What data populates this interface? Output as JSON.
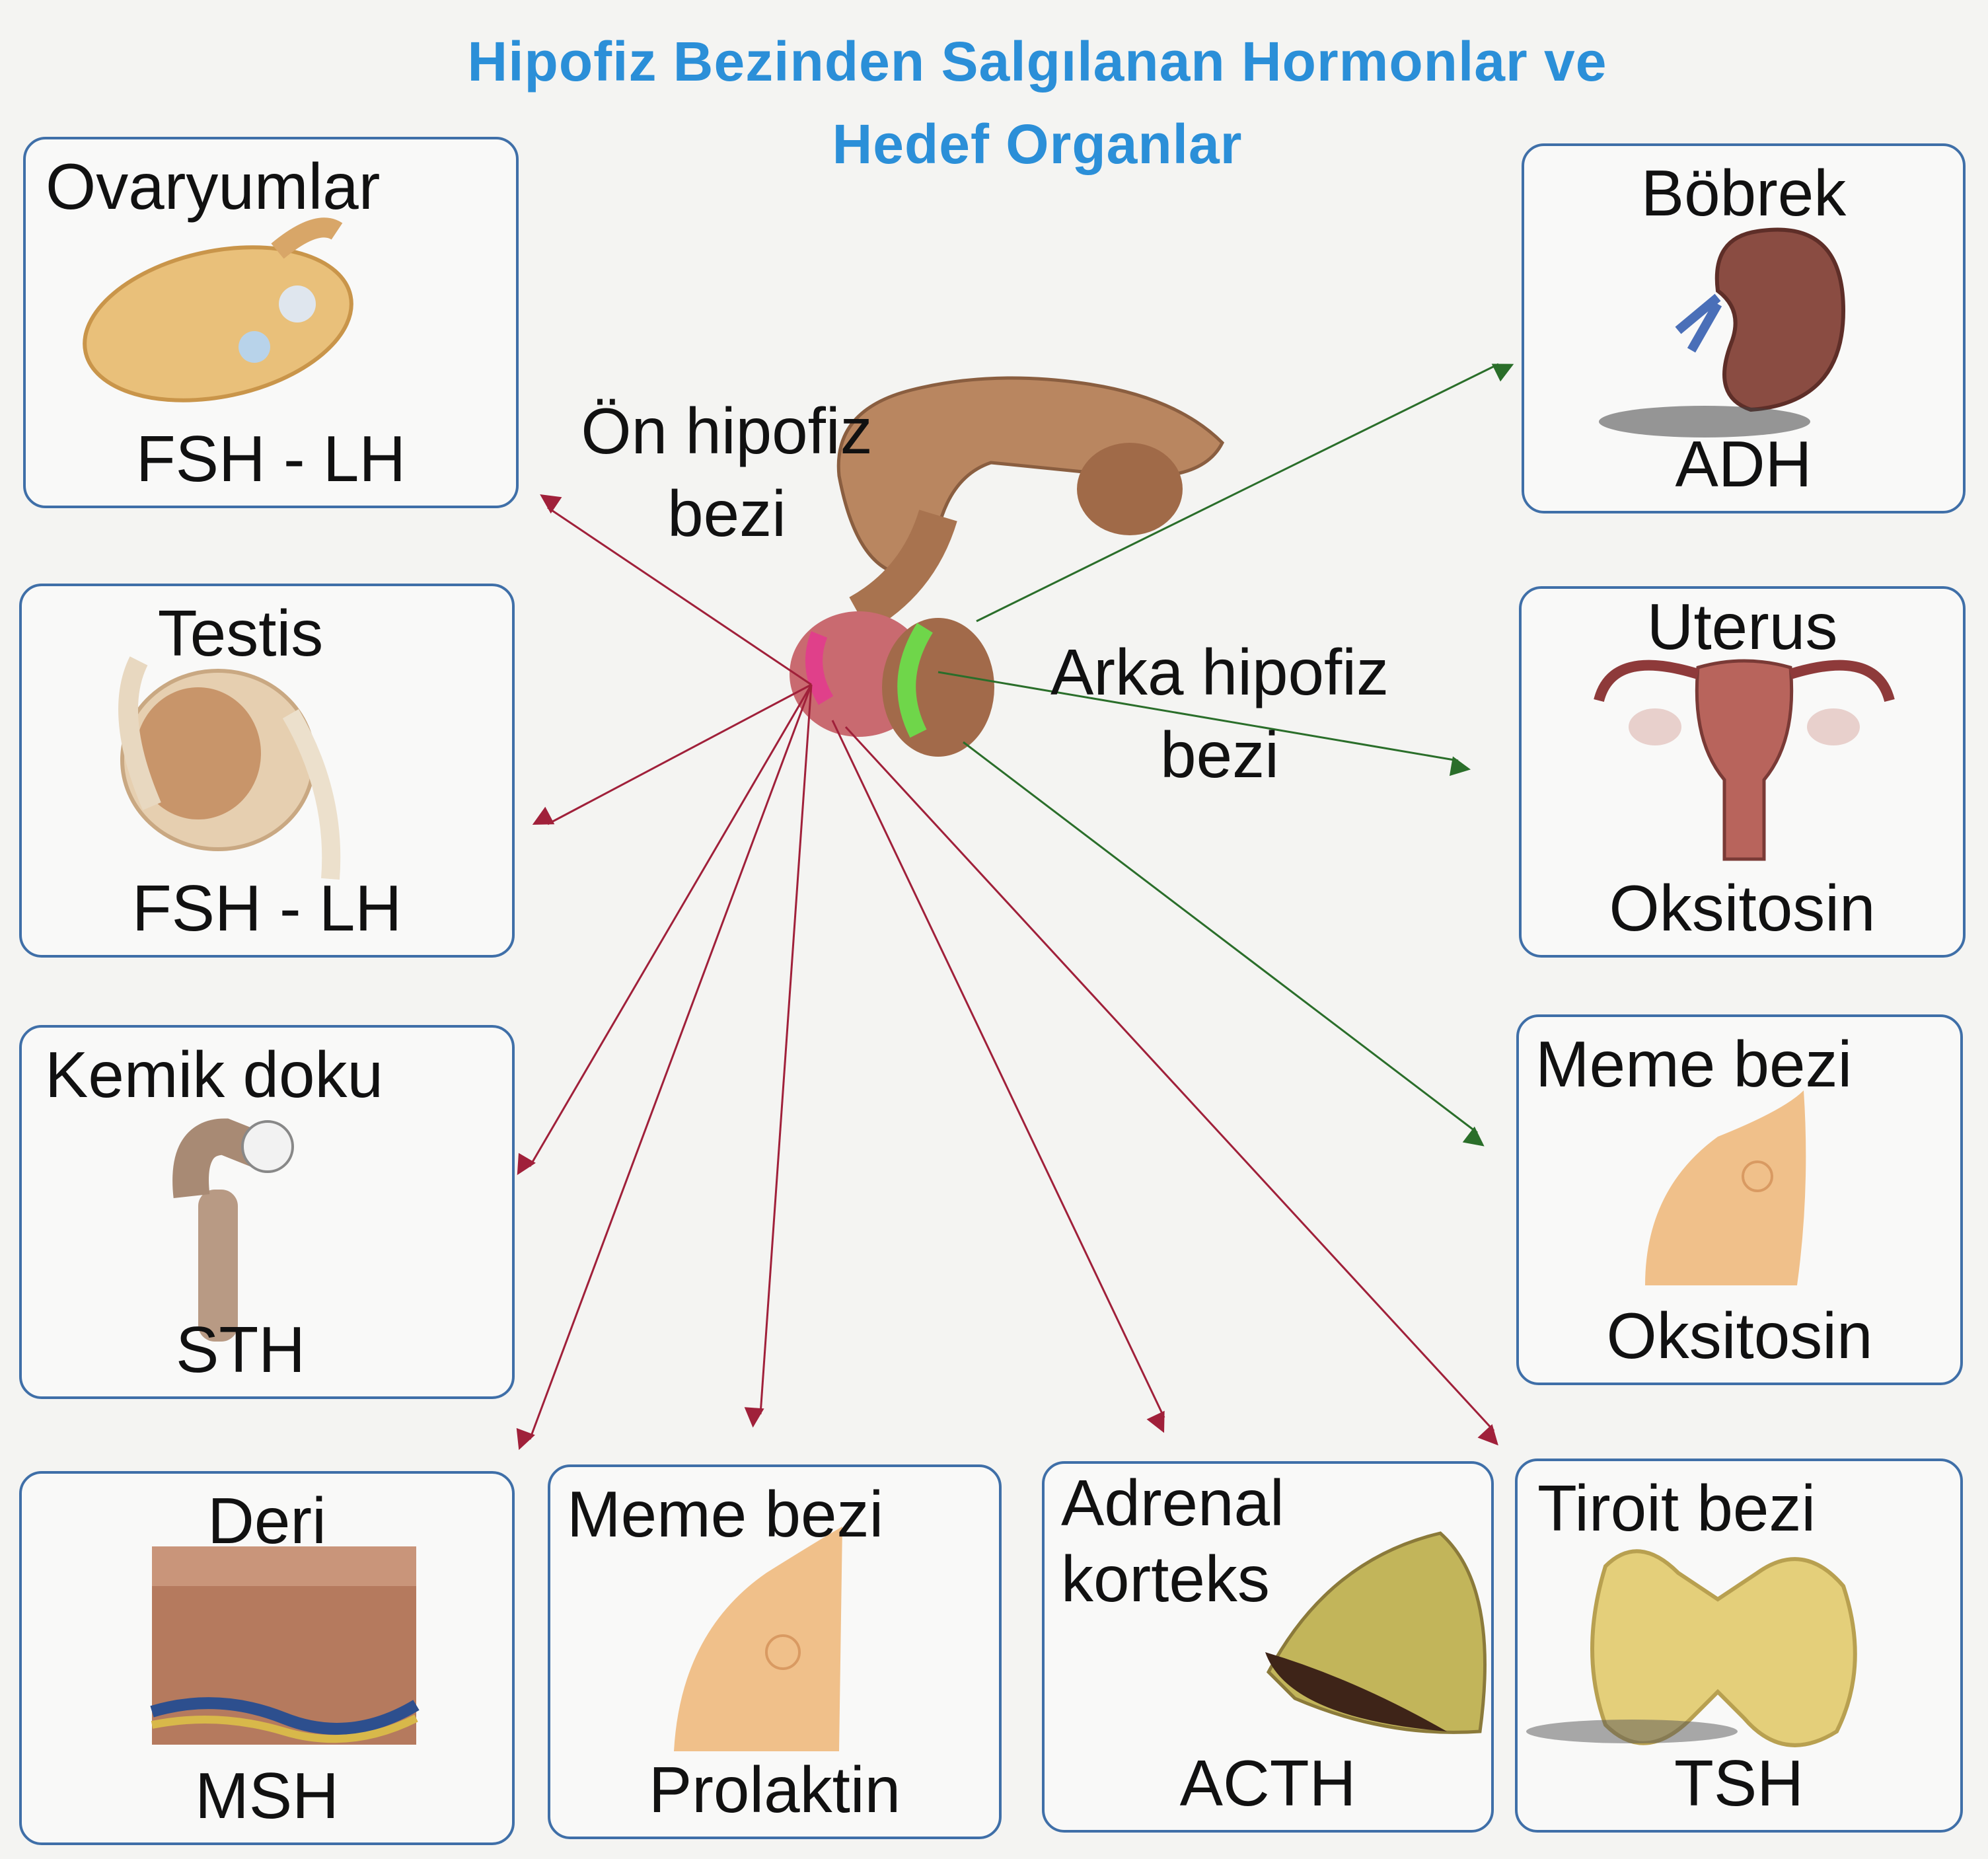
{
  "title": {
    "line1": "Hipofiz Bezinden Salgılanan Hormonlar ve",
    "line2": "Hedef Organlar"
  },
  "center_labels": {
    "anterior": {
      "line1": "Ön hipofiz",
      "line2": "bezi"
    },
    "posterior": {
      "line1": "Arka hipofiz",
      "line2": "bezi"
    }
  },
  "organs": [
    {
      "name": "Ovaryumlar",
      "hormone": "FSH - LH"
    },
    {
      "name": "Testis",
      "hormone": "FSH - LH"
    },
    {
      "name": "Kemik doku",
      "hormone": "STH"
    },
    {
      "name": "Deri",
      "hormone": "MSH"
    },
    {
      "name": "Meme bezi",
      "hormone": "Prolaktin"
    },
    {
      "name1": "Adrenal",
      "name2": "korteks",
      "hormone": "ACTH"
    },
    {
      "name": "Tiroit bezi",
      "hormone": "TSH"
    },
    {
      "name": "Böbrek",
      "hormone": "ADH"
    },
    {
      "name": "Uterus",
      "hormone": "Oksitosin"
    },
    {
      "name": "Meme bezi",
      "hormone": "Oksitosin"
    }
  ],
  "colors": {
    "title": "#2b8fd8",
    "anterior_arrow": "#a0203a",
    "posterior_arrow": "#2a6e2a",
    "border": "#3f6fa8"
  }
}
